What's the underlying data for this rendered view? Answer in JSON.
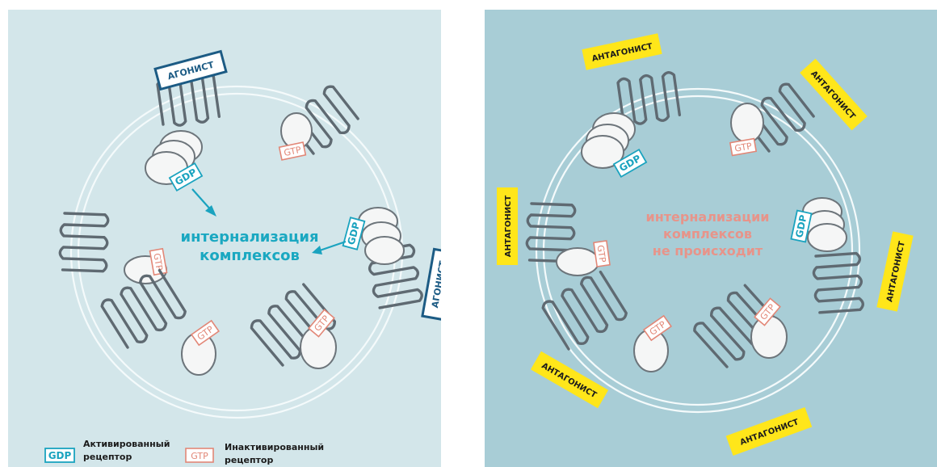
{
  "left_panel": {
    "center_label_line1": "интернализация",
    "center_label_line2": "комплексов",
    "agonist_label": "АГОНИСТ",
    "gdp_label": "GDP",
    "gtp_label": "GTP",
    "legend": {
      "activated_tag": "GDP",
      "activated_line1": "Активированный",
      "activated_line2": "рецептор",
      "inactivated_tag": "GTP",
      "inactivated_line1": "Инактивированный",
      "inactivated_line2": "рецептор"
    }
  },
  "right_panel": {
    "center_label_line1": "интернализации",
    "center_label_line2": "комплексов",
    "center_label_line3": "не происходит",
    "antagonist_label": "АНТАГОНИСТ",
    "gdp_label": "GDP",
    "gtp_label": "GTP"
  },
  "colors": {
    "left_background": "#d3e6ea",
    "right_background": "#a8cdd6",
    "gdp": "#1aa3bf",
    "gtp": "#e28777",
    "agonist": "#1c5b84",
    "antagonist_fill": "#ffe61a"
  }
}
